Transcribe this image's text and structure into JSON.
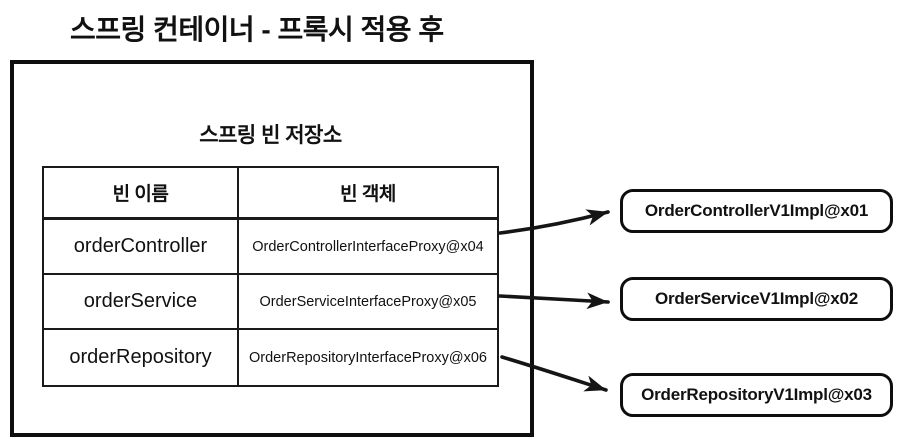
{
  "page_title": "스프링 컨테이너 - 프록시 적용 후",
  "store": {
    "title": "스프링 빈 저장소",
    "table": {
      "headers": {
        "bean_name": "빈 이름",
        "bean_object": "빈 객체"
      },
      "rows": [
        {
          "name": "orderController",
          "object": "OrderControllerInterfaceProxy@x04"
        },
        {
          "name": "orderService",
          "object": "OrderServiceInterfaceProxy@x05"
        },
        {
          "name": "orderRepository",
          "object": "OrderRepositoryInterfaceProxy@x06"
        }
      ]
    }
  },
  "targets": [
    {
      "label": "OrderControllerV1Impl@x01"
    },
    {
      "label": "OrderServiceV1Impl@x02"
    },
    {
      "label": "OrderRepositoryV1Impl@x03"
    }
  ],
  "colors": {
    "ink": "#111111",
    "background": "#ffffff"
  }
}
